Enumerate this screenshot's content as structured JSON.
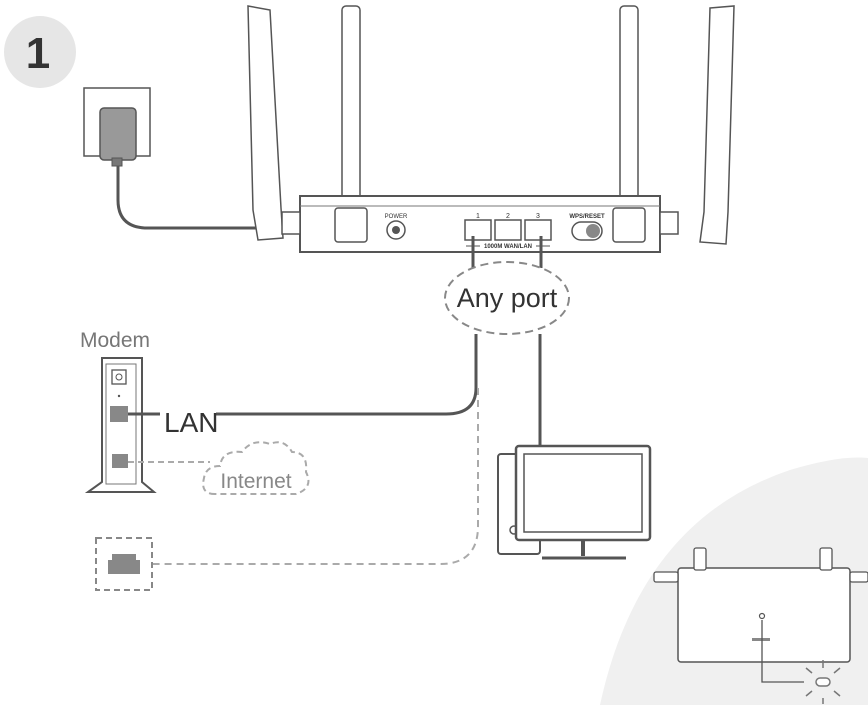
{
  "step_number": "1",
  "router": {
    "power_label": "POWER",
    "port_numbers": [
      "1",
      "2",
      "3"
    ],
    "ports_caption": "1000M WAN/LAN",
    "wps_label": "WPS/RESET"
  },
  "callout": "Any port",
  "modem": {
    "title": "Modem",
    "lan_label": "LAN",
    "internet_label": "Internet"
  },
  "colors": {
    "stroke": "#555555",
    "light_stroke": "#aaaaaa",
    "port_fill": "#888888",
    "badge_bg": "#e6e6e6",
    "corner_bg": "#f0f0f0"
  }
}
